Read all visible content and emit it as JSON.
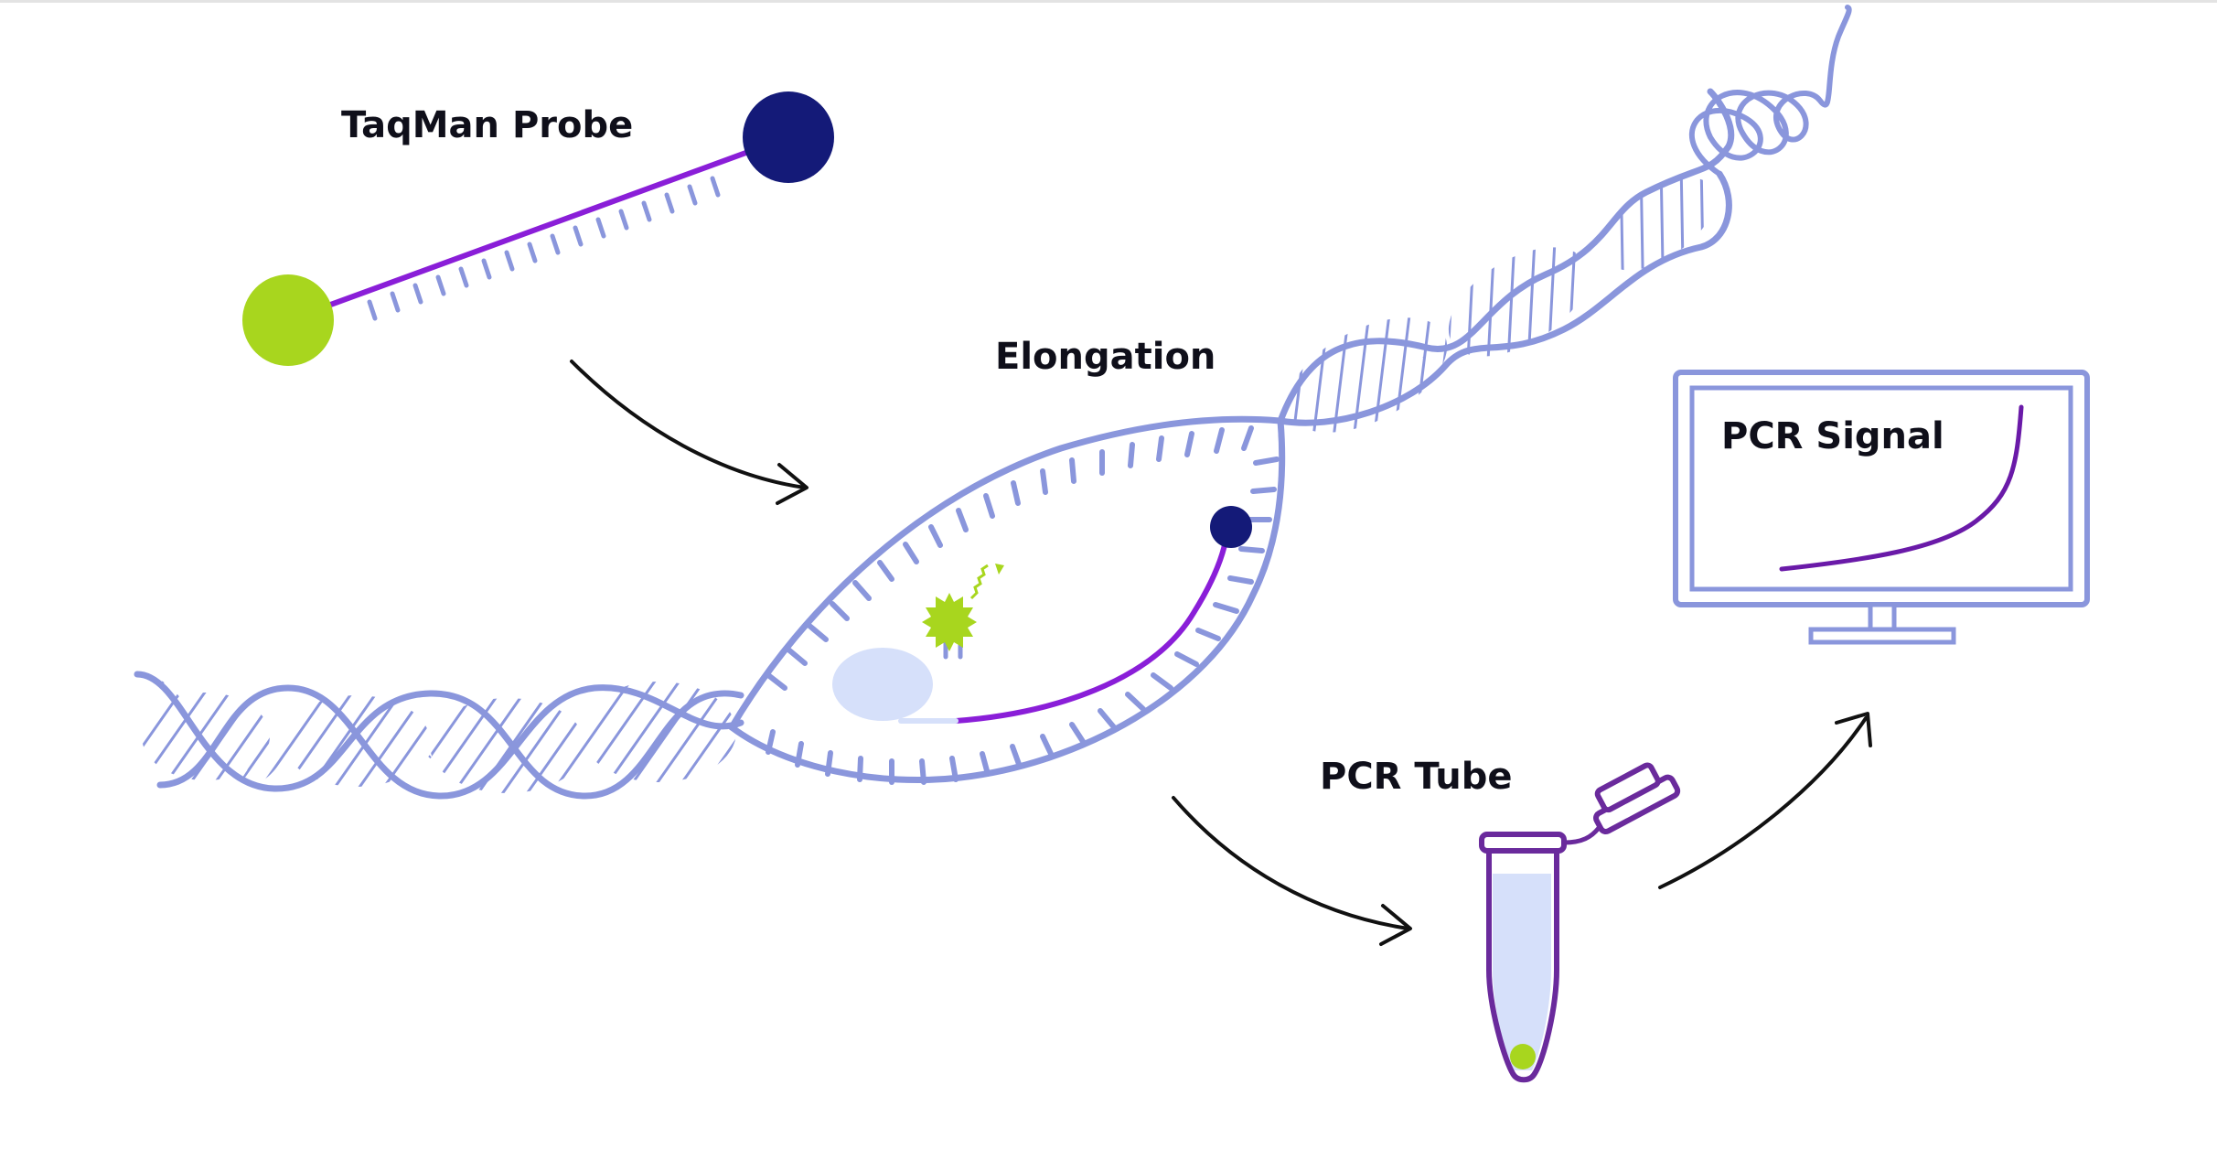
{
  "labels": {
    "probe": "TaqMan Probe",
    "elongation": "Elongation",
    "tube": "PCR Tube",
    "signal": "PCR Signal"
  },
  "colors": {
    "dna": "#8a96dc",
    "probe_strand": "#8a1ed8",
    "reporter": "#a8d61e",
    "quencher": "#141a78",
    "polymerase": "#d6e0fa",
    "tube_outline": "#6a2a9c",
    "tube_liquid": "#d6e0fa",
    "monitor": "#8a96dc",
    "signal_curve": "#6a1aa8",
    "arrow": "#111111",
    "text": "#0f0f1a"
  },
  "icons": {
    "reporter": "green-reporter-dye",
    "quencher": "navy-quencher-dye",
    "polymerase": "polymerase-enzyme",
    "tube": "pcr-tube-icon",
    "monitor": "monitor-icon"
  }
}
